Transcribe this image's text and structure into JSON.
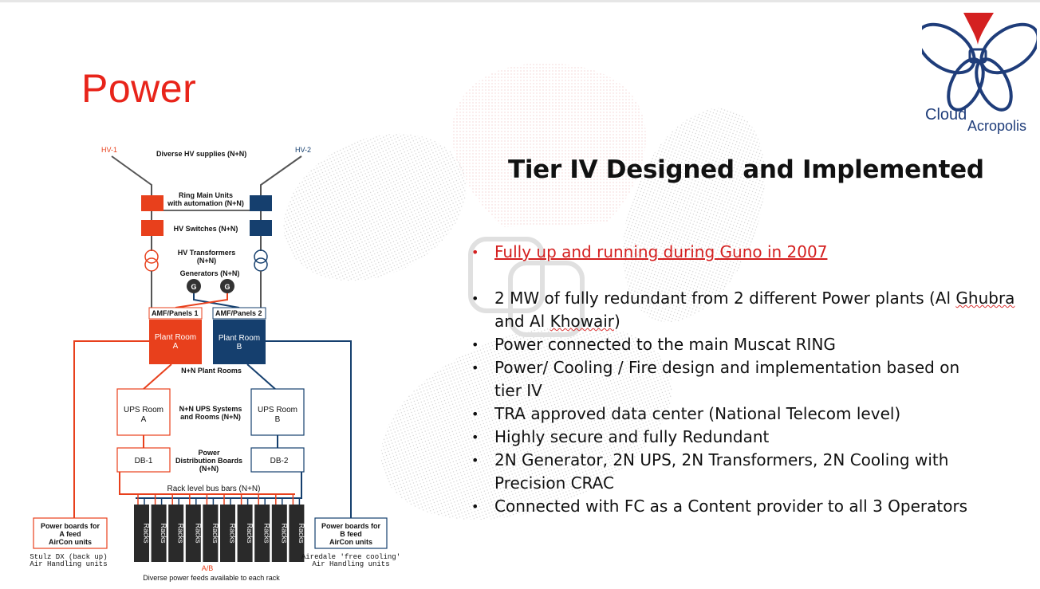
{
  "slide": {
    "title": "Power",
    "heading": "Tier IV Designed and Implemented",
    "bullets": [
      "Fully up and running during Guno in 2007",
      "2 MW of fully redundant from 2 different Power plants (Al Ghubra and Al Khowair)",
      "Power connected to the main Muscat RING",
      "Power/ Cooling / Fire design and implementation based on tier IV",
      "TRA approved data center (National Telecom level)",
      "Highly secure and fully Redundant",
      "2N Generator, 2N UPS, 2N Transformers, 2N Cooling with Precision CRAC",
      "Connected with FC as a Content provider to all 3 Operators"
    ],
    "bullet2_parts": {
      "pre": "2 MW of fully redundant from 2 different Power plants (Al ",
      "squiggly": "Ghubra",
      "mid": " and Al ",
      "squiggly2": "Khowair",
      "post": ")"
    },
    "bullet4_parts": {
      "line1": "Power/ Cooling / Fire design and implementation based on",
      "line2": "tier IV"
    },
    "bullet7_parts": {
      "line1": "2N Generator, 2N UPS, 2N Transformers, 2N Cooling with",
      "line2": "Precision CRAC"
    }
  },
  "logo": {
    "word1": "Cloud",
    "word2": "Acropolis"
  },
  "diagram": {
    "hv1": "HV-1",
    "hv2": "HV-2",
    "diverse_hv": "Diverse HV supplies (N+N)",
    "rmu_line1": "Ring Main Units",
    "rmu_line2": "with automation (N+N)",
    "hv_switches": "HV Switches (N+N)",
    "hv_transformers_line1": "HV Transformers",
    "hv_transformers_line2": "(N+N)",
    "generators": "Generators (N+N)",
    "gen_symbol": "G",
    "amf1": "AMF/Panels 1",
    "amf2": "AMF/Panels 2",
    "plant_a_line1": "Plant Room",
    "plant_a_line2": "A",
    "plant_b_line1": "Plant Room",
    "plant_b_line2": "B",
    "nn_plant_rooms": "N+N Plant Rooms",
    "ups_a_line1": "UPS Room",
    "ups_a_line2": "A",
    "ups_b_line1": "UPS Room",
    "ups_b_line2": "B",
    "ups_systems_line1": "N+N UPS Systems",
    "ups_systems_line2": "and Rooms (N+N)",
    "db1": "DB-1",
    "db2": "DB-2",
    "pdb_line1": "Power",
    "pdb_line2": "Distribution Boards",
    "pdb_line3": "(N+N)",
    "rack_bus": "Rack level bus bars (N+N)",
    "rack_label": "Racks",
    "rack_count": 10,
    "ab_label": "A/B",
    "diverse_feeds": "Diverse power feeds available to each rack",
    "pb_a_line1": "Power boards for",
    "pb_a_line2": "A feed",
    "pb_a_line3": "AirCon units",
    "pb_b_line1": "Power boards for",
    "pb_b_line2": "B feed",
    "pb_b_line3": "AirCon units",
    "stulz_line1": "Stulz DX (back up)",
    "stulz_line2": "Air Handling units",
    "airedale_line1": "Airedale 'free cooling'",
    "airedale_line2": "Air Handling units"
  },
  "colors": {
    "feed_a": "#e8401c",
    "feed_b": "#153f6e",
    "title": "#e8241a"
  }
}
